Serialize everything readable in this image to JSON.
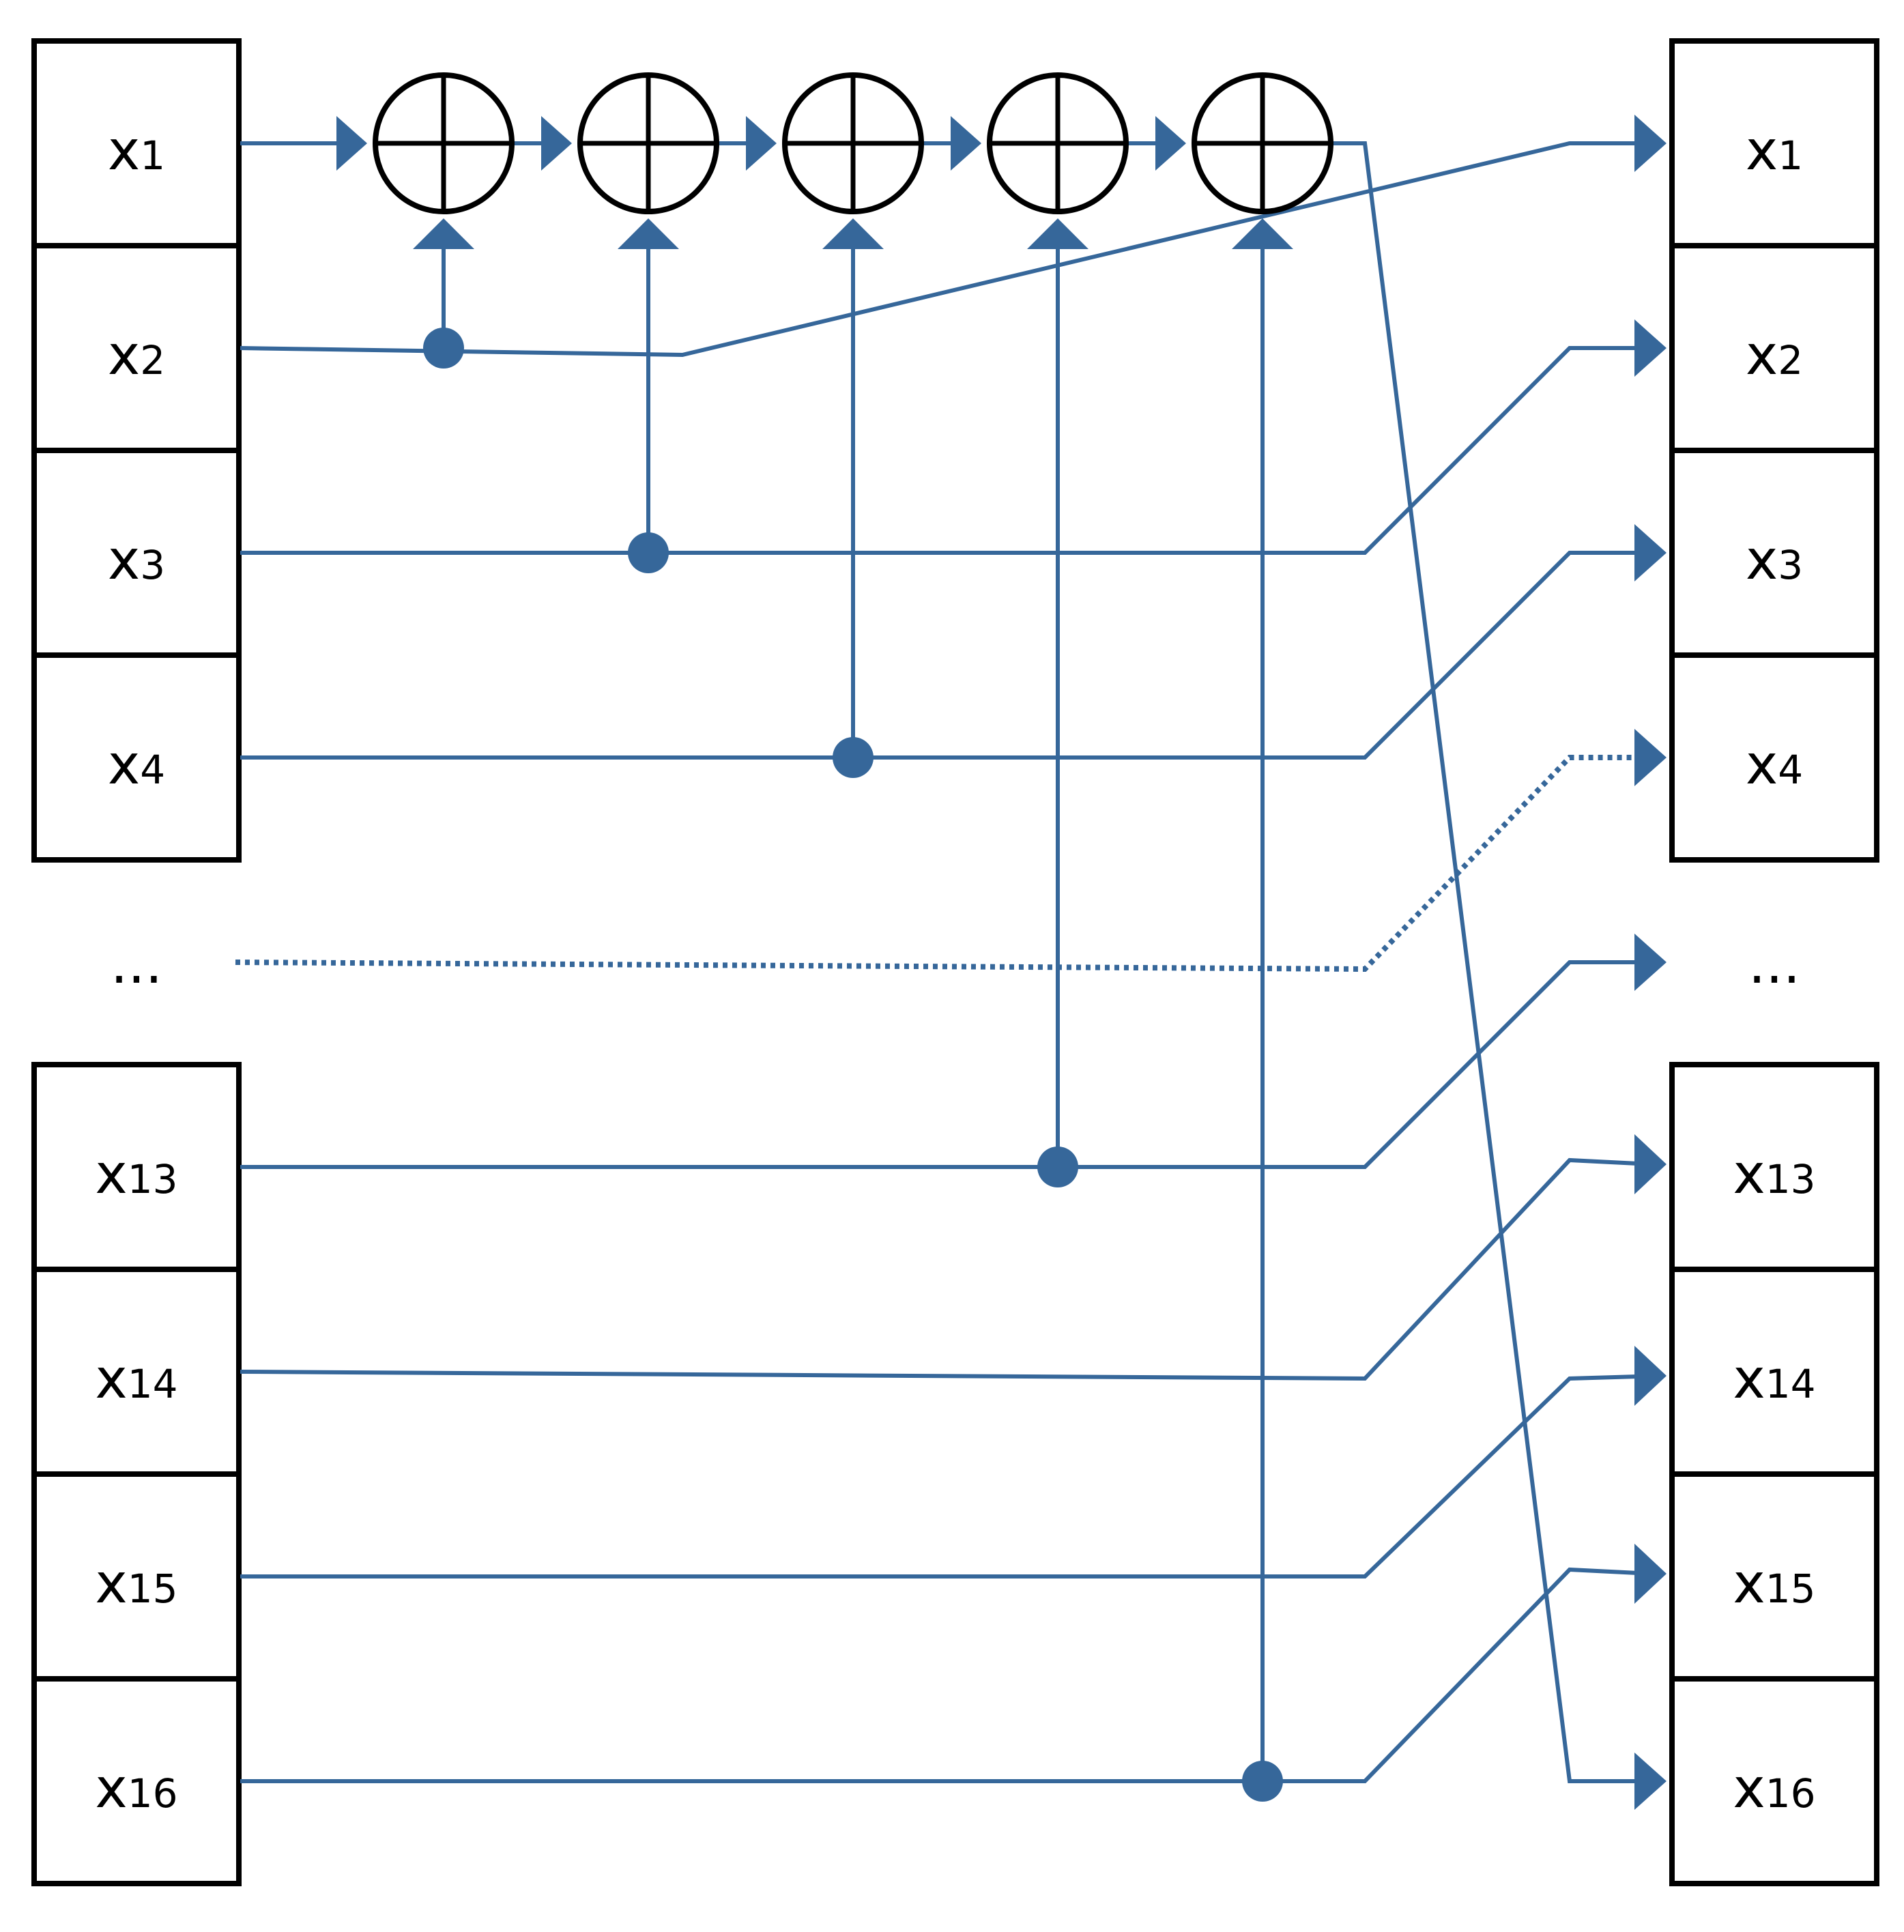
{
  "input_register": {
    "top_cells": [
      {
        "base": "x",
        "sub": "1"
      },
      {
        "base": "x",
        "sub": "2"
      },
      {
        "base": "x",
        "sub": "3"
      },
      {
        "base": "x",
        "sub": "4"
      }
    ],
    "ellipsis": "...",
    "bottom_cells": [
      {
        "base": "x",
        "sub": "13"
      },
      {
        "base": "x",
        "sub": "14"
      },
      {
        "base": "x",
        "sub": "15"
      },
      {
        "base": "x",
        "sub": "16"
      }
    ]
  },
  "output_register": {
    "top_cells": [
      {
        "base": "x",
        "sub": "1"
      },
      {
        "base": "x",
        "sub": "2"
      },
      {
        "base": "x",
        "sub": "3"
      },
      {
        "base": "x",
        "sub": "4"
      }
    ],
    "ellipsis": "...",
    "bottom_cells": [
      {
        "base": "x",
        "sub": "13"
      },
      {
        "base": "x",
        "sub": "14"
      },
      {
        "base": "x",
        "sub": "15"
      },
      {
        "base": "x",
        "sub": "16"
      }
    ]
  },
  "xor_gates": [
    {
      "tap": "x2"
    },
    {
      "tap": "x3"
    },
    {
      "tap": "x4"
    },
    {
      "tap": "x13"
    },
    {
      "tap": "x16"
    }
  ],
  "colors": {
    "wire": "#36679a",
    "outline": "#000000"
  }
}
